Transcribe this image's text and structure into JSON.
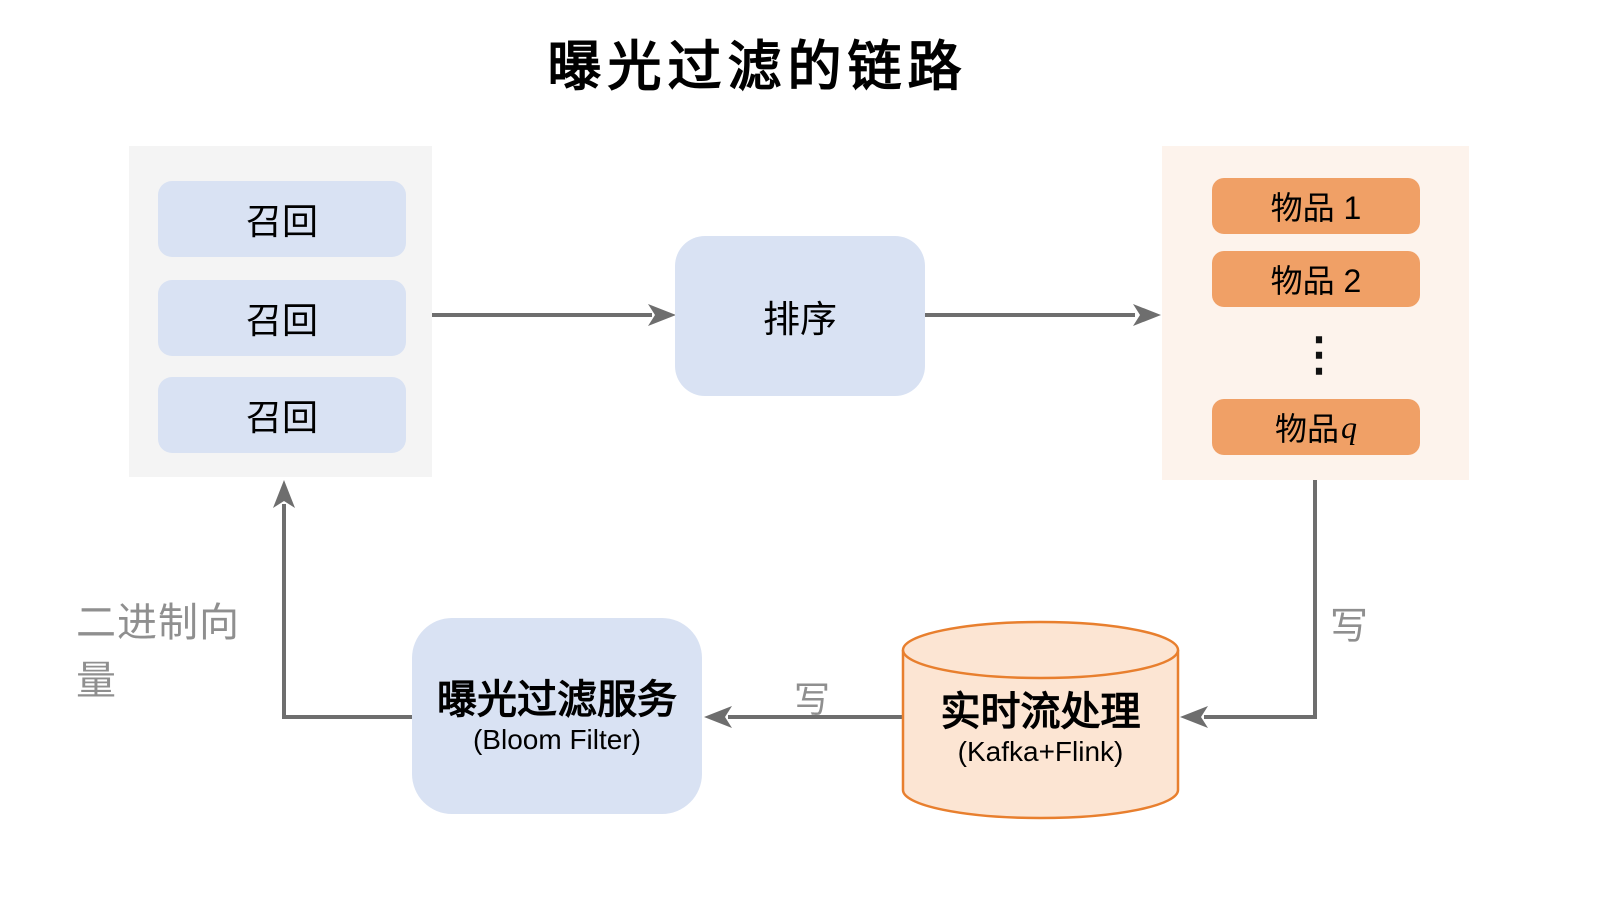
{
  "title": "曝光过滤的链路",
  "colors": {
    "recall_panel_bg": "#f4f4f4",
    "blue_node": "#d9e2f3",
    "items_panel_bg": "#fdf3ec",
    "item_box": "#f0a066",
    "cylinder_fill": "#fce5d3",
    "cylinder_stroke": "#e87f2e",
    "arrow": "#6e6e6e",
    "edge_label_text": "#8f8f8f",
    "node_text": "#000000"
  },
  "recall_panel": {
    "boxes": [
      "召回",
      "召回",
      "召回"
    ]
  },
  "ranking_box": {
    "label": "排序"
  },
  "items_panel": {
    "item1": "物品 1",
    "item2": "物品 2",
    "ellipsis": "⋮",
    "item_q_prefix": "物品 ",
    "item_q_var": "q"
  },
  "stream_node": {
    "label": "实时流处理",
    "sublabel": "(Kafka+Flink)"
  },
  "filter_node": {
    "label": "曝光过滤服务",
    "sublabel": "(Bloom Filter)"
  },
  "edge_labels": {
    "write_items_to_stream": "写",
    "write_stream_to_filter": "写",
    "binary_vector": "二进制向量"
  }
}
